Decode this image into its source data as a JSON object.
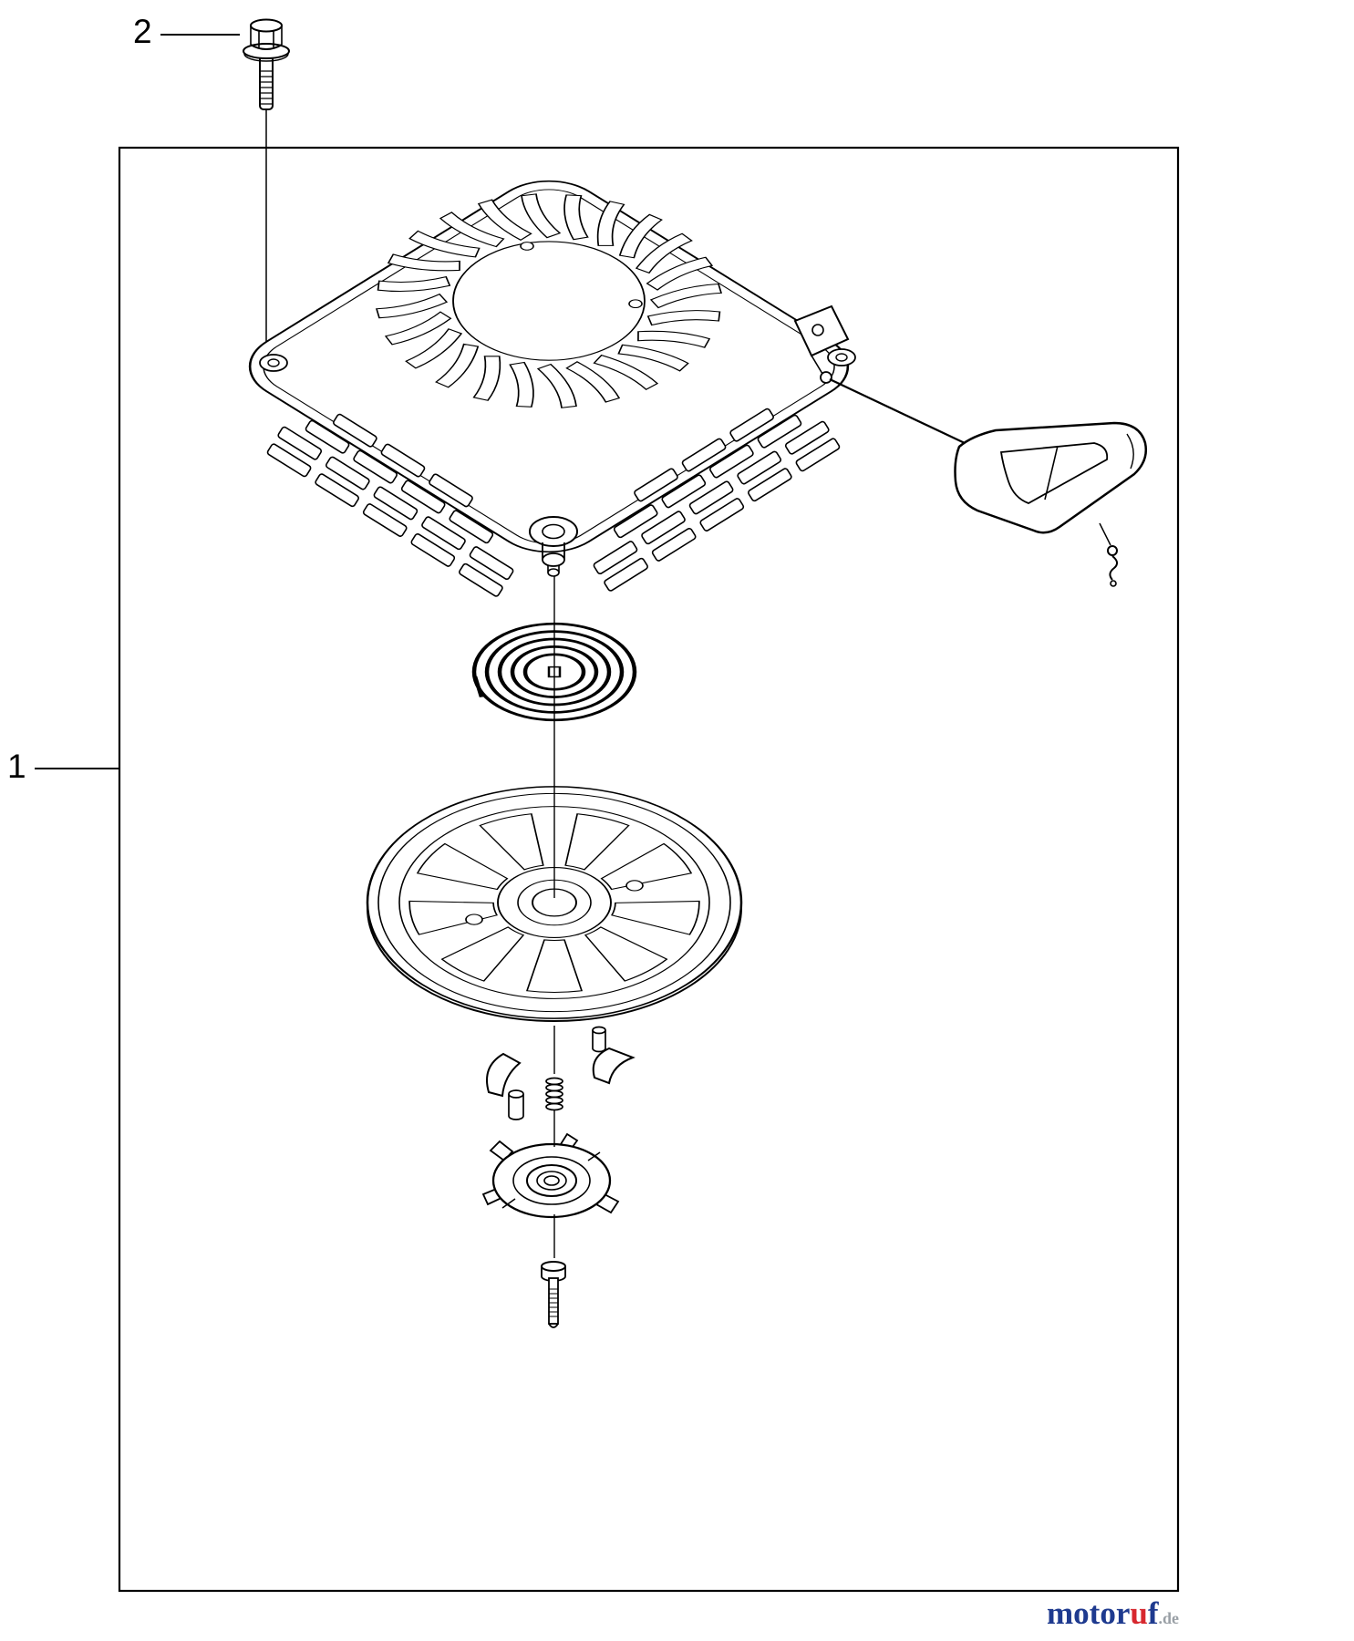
{
  "page": {
    "background": "#ffffff"
  },
  "labels": {
    "part1": "1",
    "part2": "2"
  },
  "logo": {
    "blue1": "motor",
    "red": "u",
    "blue2": "f",
    "suffix": ".de"
  },
  "colors": {
    "diagram_line": "#000000",
    "logo_blue": "#1e3a8f",
    "logo_red": "#d7282f",
    "logo_suffix_gray": "#9aa0a6"
  }
}
